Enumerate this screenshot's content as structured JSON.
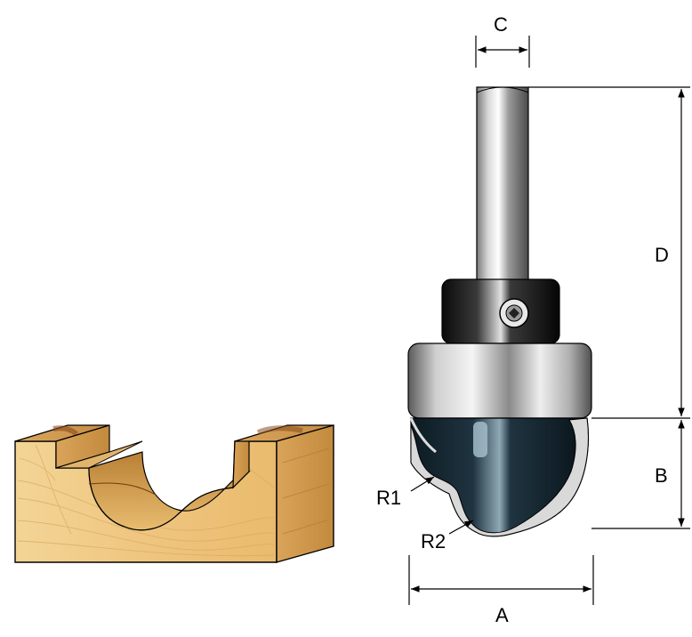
{
  "labels": {
    "a": "A",
    "b": "B",
    "c": "C",
    "d": "D",
    "r1": "R1",
    "r2": "R2"
  },
  "colors": {
    "wood_light": "#f2d08f",
    "wood_mid": "#dcaa5e",
    "wood_dark": "#b9802f",
    "wood_end_dark": "#8a4a1c",
    "steel_light": "#f4f4f4",
    "steel_dark": "#6e6e6e",
    "carbide": "#10202a",
    "line": "#000000"
  }
}
